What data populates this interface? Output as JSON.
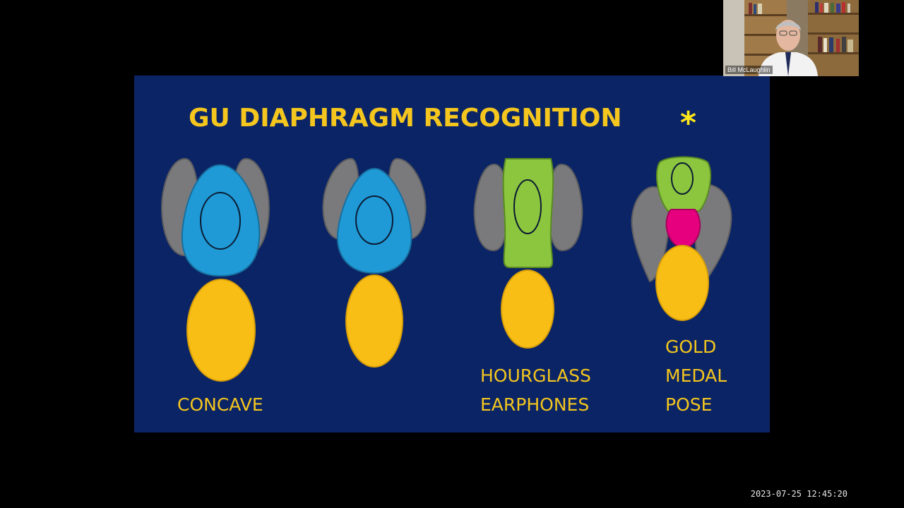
{
  "slide": {
    "title": "GU DIAPHRAGM RECOGNITION",
    "marker": "*",
    "labels": {
      "concave": [
        "CONCAVE"
      ],
      "hourglass": [
        "HOURGLASS",
        "EARPHONES"
      ],
      "gold_medal": [
        "GOLD",
        "MEDAL",
        "POSE"
      ]
    }
  },
  "colors": {
    "background": "#0b2465",
    "title": "#f4c61e",
    "blue": "#1f9ad6",
    "gray": "#7a7a7c",
    "green": "#8cc63f",
    "magenta": "#e6007e",
    "gold": "#f9be15"
  },
  "webcam": {
    "presenter_name": "Bill McLaughlin"
  },
  "timestamp": "2023-07-25  12:45:20"
}
